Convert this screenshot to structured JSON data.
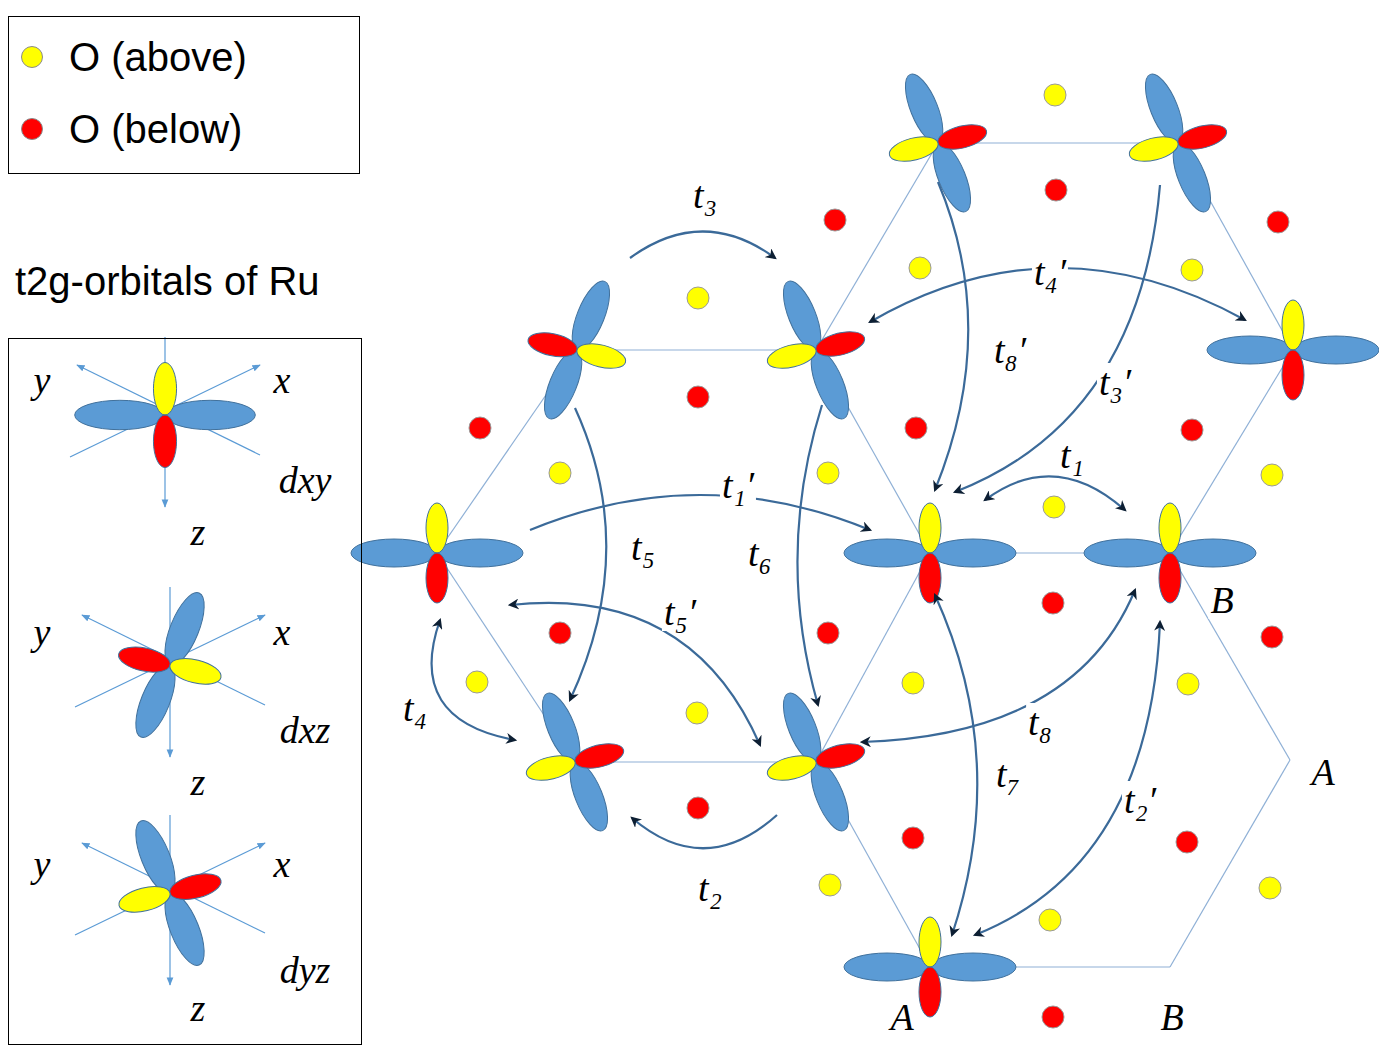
{
  "diagram": {
    "nodes": [
      {
        "text": [
          "t2g-orbitals of Ru"
        ]
      }
    ],
    "labels": [
      "y",
      "x",
      "dxy",
      "z",
      "y",
      "x",
      "dxz",
      "z",
      "y",
      "x",
      "dyz",
      "z",
      "t₃",
      "t₄′",
      "t₈′",
      "t₃′",
      "t₁",
      "t₁′",
      "t₅",
      "t₆",
      "t₅′",
      "B",
      "t₄",
      "t₈",
      "A",
      "t₇",
      "t₂′",
      "t₂",
      "A",
      "B"
    ],
    "legend": [
      {
        "text": "O (above)",
        "color": "#ffff00"
      },
      {
        "text": "O (below)",
        "color": "#ff0000"
      }
    ]
  }
}
